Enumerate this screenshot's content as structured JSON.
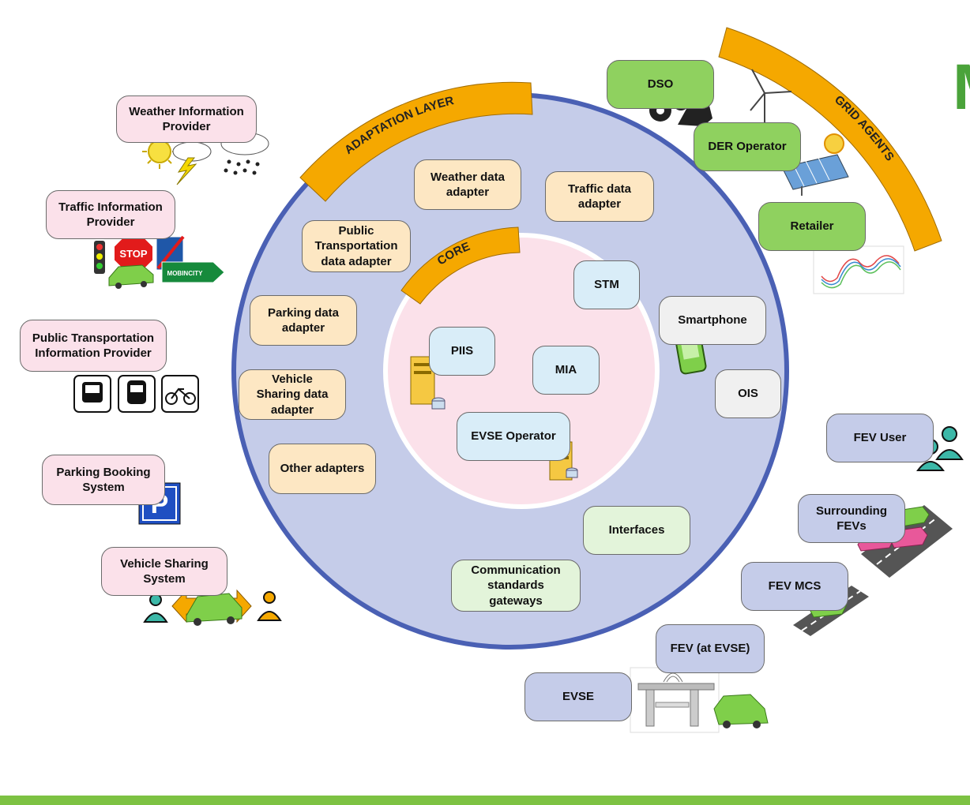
{
  "title_fragment": "M",
  "arcs": {
    "adaptation_layer": "ADAPTATION LAYER",
    "core": "CORE",
    "grid_agents": "GRID AGENTS"
  },
  "core": {
    "piis": "PIIS",
    "mia": "MIA",
    "evse_operator": "EVSE Operator",
    "stm": "STM"
  },
  "adapters": {
    "weather": "Weather data\nadapter",
    "traffic": "Traffic data\nadapter",
    "public_transport": "Public\nTransportation\ndata adapter",
    "parking": "Parking data\nadapter",
    "vehicle_sharing": "Vehicle\nSharing data\nadapter",
    "other": "Other adapters"
  },
  "interfaces": {
    "smartphone": "Smartphone",
    "ois": "OIS",
    "interfaces": "Interfaces",
    "gateways": "Communication\nstandards\ngateways"
  },
  "providers": {
    "weather": "Weather Information\nProvider",
    "traffic": "Traffic Information\nProvider",
    "public_transport": "Public Transportation\nInformation Provider",
    "parking": "Parking Booking\nSystem",
    "vehicle_sharing": "Vehicle Sharing\nSystem"
  },
  "grid_agents": {
    "dso": "DSO",
    "der_operator": "DER Operator",
    "retailer": "Retailer"
  },
  "fev": {
    "user": "FEV User",
    "surrounding": "Surrounding\nFEVs",
    "mcs": "FEV MCS",
    "at_evse": "FEV (at EVSE)",
    "evse": "EVSE"
  },
  "signage": {
    "stop": "STOP",
    "mobincity": "MOBINCITY",
    "parking_p": "P"
  },
  "colors": {
    "outer_ring": "#c5cce9",
    "ring_border": "#4a60b4",
    "core_fill": "#fbe1ea",
    "arc": "#f5a800",
    "green_bar": "#7dc243"
  }
}
